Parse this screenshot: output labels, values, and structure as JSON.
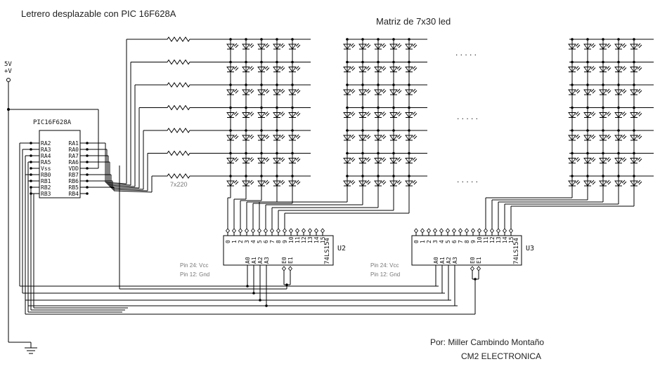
{
  "title": "Letrero desplazable con PIC 16F628A",
  "matrix_label": "Matriz de 7x30 led",
  "ellipsis": ". . . . .",
  "supply": {
    "voltage": "5V",
    "rail": "+V"
  },
  "pic": {
    "name": "PIC16F628A",
    "left_pins": [
      "RA2",
      "RA3",
      "RA4",
      "RA5",
      "Vss",
      "RB0",
      "RB1",
      "RB2",
      "RB3"
    ],
    "right_pins": [
      "RA1",
      "RA0",
      "RA7",
      "RA6",
      "VDD",
      "RB7",
      "RB6",
      "RB5",
      "RB4"
    ]
  },
  "resistors_label": "7x220",
  "decoders": [
    {
      "id": "U2",
      "part": "74LS154",
      "outputs": [
        "0",
        "1",
        "2",
        "3",
        "4",
        "5",
        "6",
        "7",
        "8",
        "9",
        "10",
        "11",
        "12",
        "13",
        "14",
        "15"
      ],
      "inputs": [
        "A0",
        "A1",
        "A2",
        "A3"
      ],
      "enables": [
        "E0",
        "E1"
      ],
      "note_vcc": "Pin 24: Vcc",
      "note_gnd": "Pin 12: Gnd"
    },
    {
      "id": "U3",
      "part": "74LS154",
      "outputs": [
        "0",
        "1",
        "2",
        "3",
        "4",
        "5",
        "6",
        "7",
        "8",
        "9",
        "10",
        "11",
        "12",
        "13",
        "14",
        "15"
      ],
      "inputs": [
        "A0",
        "A1",
        "A2",
        "A3"
      ],
      "enables": [
        "E0",
        "E1"
      ],
      "note_vcc": "Pin 24: Vcc",
      "note_gnd": "Pin 12: Gnd"
    }
  ],
  "author": "Por: Miller Cambindo Montaño",
  "company": "CM2 ELECTRONICA"
}
